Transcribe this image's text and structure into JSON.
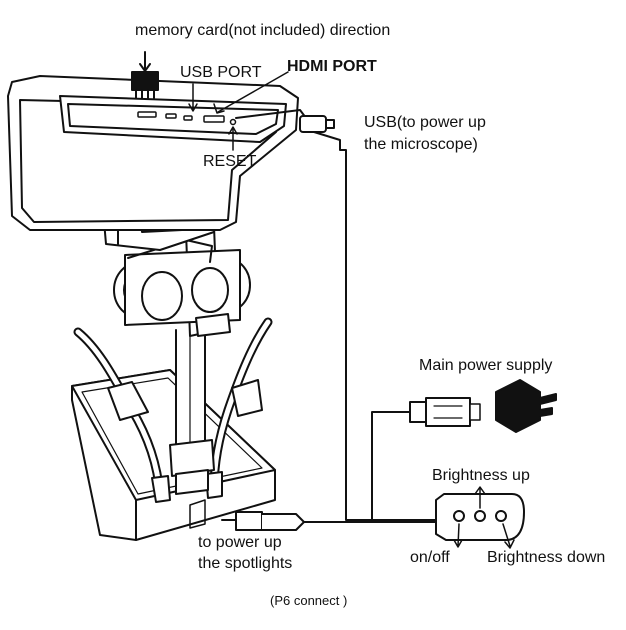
{
  "labels": {
    "memory_card": "memory card(not included) direction",
    "usb_port": "USB PORT",
    "hdmi_port": "HDMI PORT",
    "reset": "RESET",
    "usb_power_line1": "USB(to power up",
    "usb_power_line2": "the microscope)",
    "main_power": "Main power supply",
    "brightness_up": "Brightness up",
    "on_off": "on/off",
    "brightness_down": "Brightness down",
    "spotlights_line1": "to power up",
    "spotlights_line2": "the spotlights"
  },
  "caption": "(P6 connect )"
}
